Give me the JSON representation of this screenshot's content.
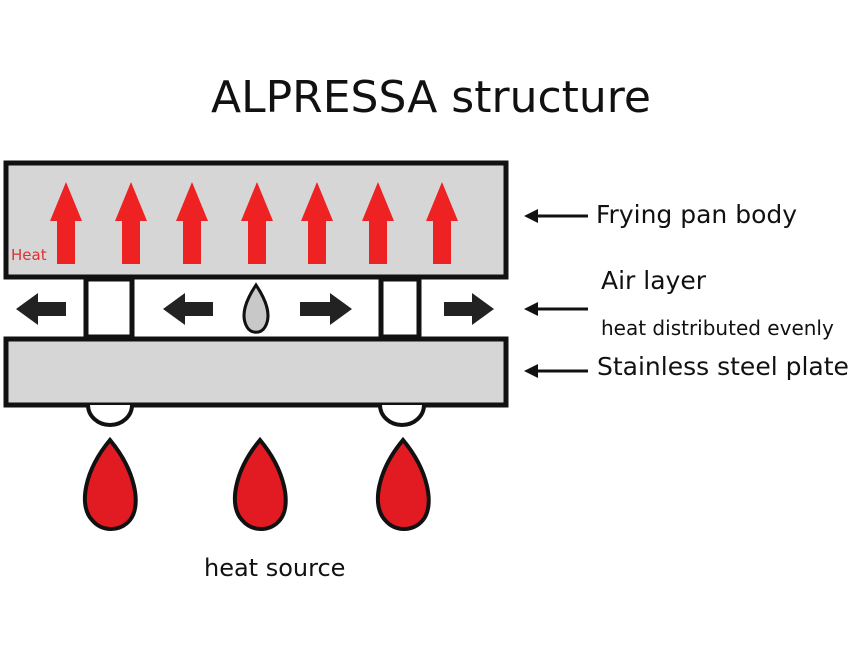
{
  "title": "ALPRESSA structure",
  "labels": {
    "frying_pan_body": "Frying pan body",
    "air_layer": "Air layer",
    "heat_distributed": "heat distributed evenly",
    "stainless_steel": "Stainless steel plate",
    "heat_source": "heat source",
    "heat": "Heat"
  },
  "colors": {
    "plate_fill": "#d6d6d6",
    "outline": "#111111",
    "heat_arrow": "#ee2222",
    "flame": "#e21a22",
    "air_arrow": "#222222",
    "droplet": "#c8c8c8"
  }
}
